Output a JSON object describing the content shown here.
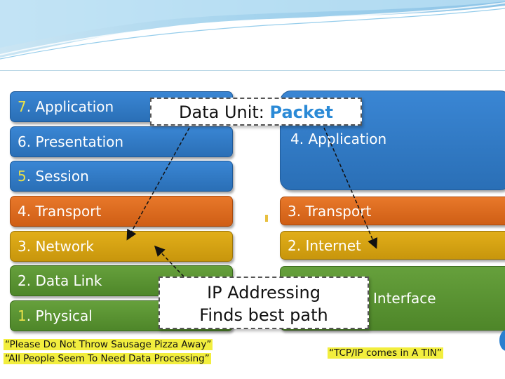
{
  "colors": {
    "blue": "#2f7dc8",
    "orange": "#dc6a1f",
    "yellow": "#d4a212",
    "green": "#5a9332",
    "number_highlight": "#e8e04a",
    "packet_accent": "#2b8ad6",
    "mnemonic_highlight": "#f2ee3e"
  },
  "osi_layers": [
    {
      "num": "7",
      "label": ". Application"
    },
    {
      "num": "6",
      "label": ". Presentation"
    },
    {
      "num": "5",
      "label": ". Session"
    },
    {
      "num": "4",
      "label": ". Transport"
    },
    {
      "num": "3",
      "label": ". Network"
    },
    {
      "num": "2",
      "label": ". Data Link"
    },
    {
      "num": "1",
      "label": ". Physical"
    }
  ],
  "tcpip_layers": [
    {
      "label": "4. Application"
    },
    {
      "label": "3. Transport"
    },
    {
      "label": "2. Internet"
    },
    {
      "label": "Interface"
    }
  ],
  "callouts": {
    "data_unit_prefix": "Data Unit: ",
    "data_unit_value": "Packet",
    "ip_line1": "IP Addressing",
    "ip_line2": "Finds best path"
  },
  "mnemonics": {
    "osi_top_down": "“Please Do Not Throw Sausage Pizza Away”",
    "osi_bottom_up": "“All People Seem To Need Data Processing”",
    "tcpip": "“TCP/IP comes in A TIN”"
  }
}
